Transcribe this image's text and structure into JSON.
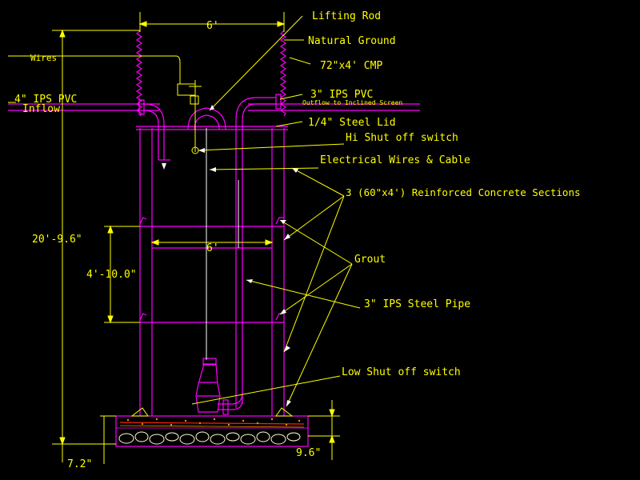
{
  "colors": {
    "background": "#000000",
    "structure": "#ff00ff",
    "annotation": "#ffff00",
    "white": "#ffffff",
    "rock": "#ffffcc",
    "orange": "#ff8800",
    "red": "#ff2200",
    "accent_green": "#00ff00"
  },
  "labels": {
    "lifting_rod": "Lifting Rod",
    "natural_ground": "Natural Ground",
    "cmp": "72\"x4' CMP",
    "outflow_pipe": "3\" IPS PVC",
    "outflow_note": "Outflow to Inclined Screen",
    "steel_lid": "1/4\" Steel Lid",
    "hi_shutoff": "Hi Shut off switch",
    "electrical": "Electrical Wires & Cable",
    "concrete_sections": "3 (60\"x4') Reinforced Concrete Sections",
    "grout": "Grout",
    "steel_pipe": "3\" IPS Steel Pipe",
    "low_shutoff": "Low Shut off switch",
    "wires": "Wires",
    "inflow_pipe": "4\" IPS PVC",
    "inflow": "Inflow"
  },
  "dimensions": {
    "top_width": "6'",
    "inner_width": "6'",
    "total_depth": "20'-9.6\"",
    "section_height": "4'-10.0\"",
    "base_offset": "7.2\"",
    "slab_thickness": "9.6\""
  }
}
